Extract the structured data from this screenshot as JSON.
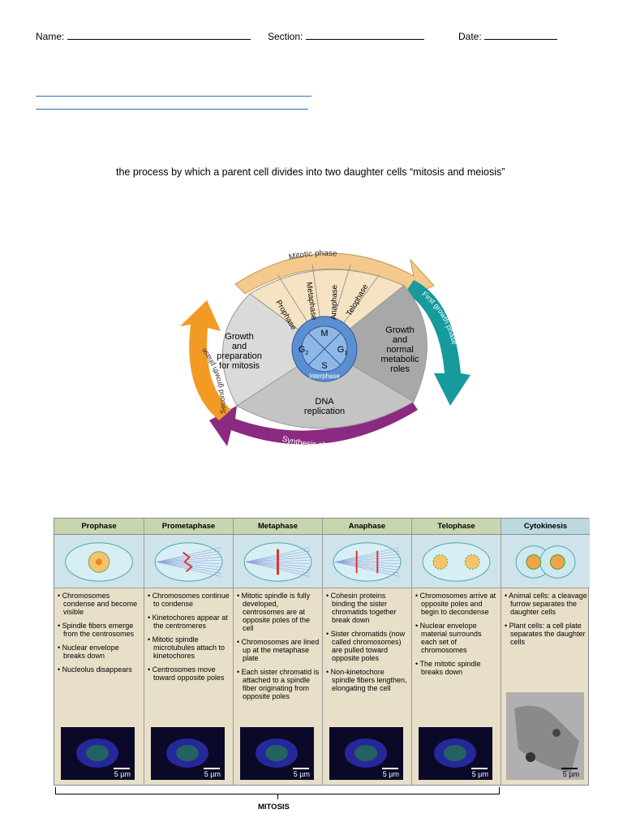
{
  "header": {
    "name_label": "Name:",
    "section_label": "Section:",
    "date_label": "Date:"
  },
  "definition": "the process by which a parent cell divides into two daughter cells “mitosis and meiosis”",
  "cycle": {
    "outer_labels": {
      "mitotic": "Mitotic phase",
      "first_growth": "First growth phase",
      "second_growth": "Second growth phase",
      "synthesis": "Synthesis phase"
    },
    "mitotic_subphases": [
      "Prophase",
      "Metaphase",
      "Anaphase",
      "Telophase"
    ],
    "g2_text": [
      "Growth",
      "and",
      "preparation",
      "for mitosis"
    ],
    "g1_text": [
      "Growth",
      "and",
      "normal",
      "metabolic",
      "roles"
    ],
    "s_text": [
      "DNA",
      "replication"
    ],
    "center": {
      "m": "M",
      "g1": "G",
      "g1_sub": "1",
      "g2": "G",
      "g2_sub": "2",
      "s": "S",
      "interphase": "Interphase"
    },
    "colors": {
      "mitotic": "#f3c98c",
      "first_growth": "#169a9c",
      "second_growth": "#f39a24",
      "synthesis": "#8b2a80",
      "center": "#5b8fd1"
    }
  },
  "mitosis_table": {
    "columns": [
      {
        "title": "Prophase",
        "bullets": [
          "Chromosomes condense and become visible",
          "Spindle fibers emerge from the centrosomes",
          "Nuclear envelope breaks down",
          "Nucleolus disappears"
        ],
        "scale": "5 µm"
      },
      {
        "title": "Prometaphase",
        "bullets": [
          "Chromosomes continue to condense",
          "Kinetochores appear at the centromeres",
          "Mitotic spindle microtubules attach to kinetochores",
          "Centrosomes move toward opposite poles"
        ],
        "scale": "5 µm"
      },
      {
        "title": "Metaphase",
        "bullets": [
          "Mitotic spindle is fully developed, centrosomes are at opposite poles of the cell",
          "Chromosomes are lined up at the metaphase plate",
          "Each sister chromatid is attached to a spindle fiber originating from opposite poles"
        ],
        "scale": "5 µm"
      },
      {
        "title": "Anaphase",
        "bullets": [
          "Cohesin proteins binding the sister chromatids together break down",
          "Sister chromatids (now called chromosomes) are pulled toward opposite poles",
          "Non-kinetochore spindle fibers lengthen, elongating the cell"
        ],
        "scale": "5 µm"
      },
      {
        "title": "Telophase",
        "bullets": [
          "Chromosomes arrive at opposite poles and begin to decondense",
          "Nuclear envelope material surrounds each set of chromosomes",
          "The mitotic spindle breaks down"
        ],
        "scale": "5 µm"
      },
      {
        "title": "Cytokinesis",
        "bullets": [
          "Animal cells: a cleavage furrow separates the daughter cells",
          "Plant cells: a cell plate separates the daughter cells"
        ],
        "scale": "5 µm"
      }
    ],
    "bracket_label": "MITOSIS"
  }
}
